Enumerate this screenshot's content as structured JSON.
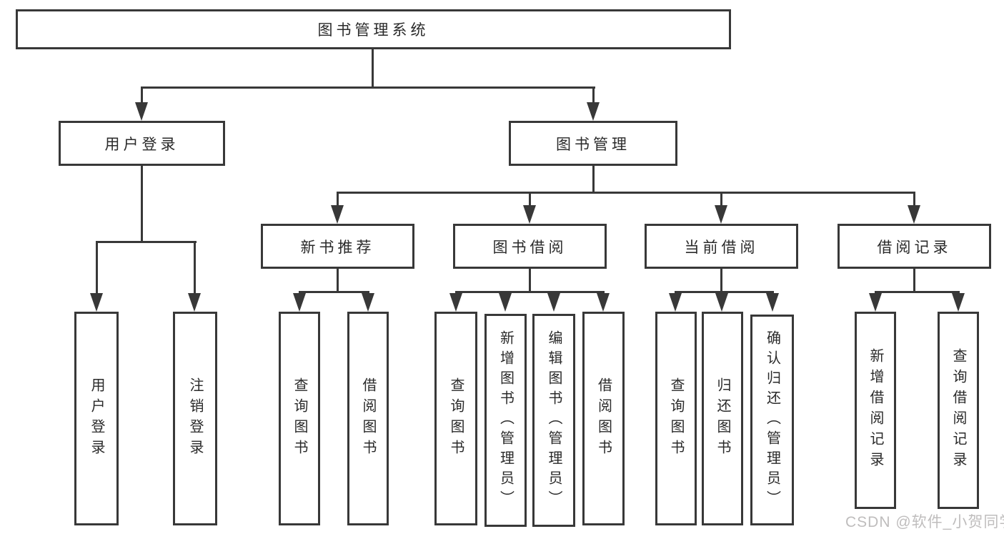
{
  "colors": {
    "line": "#383838",
    "text": "#2a2a2a",
    "background": "#ffffff",
    "watermark": "#bfbdbd"
  },
  "root": {
    "label": "图书管理系统"
  },
  "branches": [
    {
      "label": "用户登录",
      "children": [
        {
          "label": "用户登录"
        },
        {
          "label": "注销登录"
        }
      ]
    },
    {
      "label": "图书管理",
      "children": [
        {
          "label": "新书推荐",
          "children": [
            {
              "label": "查询图书"
            },
            {
              "label": "借阅图书"
            }
          ]
        },
        {
          "label": "图书借阅",
          "children": [
            {
              "label": "查询图书"
            },
            {
              "label": "新增图书（管理员）"
            },
            {
              "label": "编辑图书（管理员）"
            },
            {
              "label": "借阅图书"
            }
          ]
        },
        {
          "label": "当前借阅",
          "children": [
            {
              "label": "查询图书"
            },
            {
              "label": "归还图书"
            },
            {
              "label": "确认归还（管理员）"
            }
          ]
        },
        {
          "label": "借阅记录",
          "children": [
            {
              "label": "新增借阅记录"
            },
            {
              "label": "查询借阅记录"
            }
          ]
        }
      ]
    }
  ],
  "watermark": {
    "text": "CSDN @软件_小贺同学"
  }
}
